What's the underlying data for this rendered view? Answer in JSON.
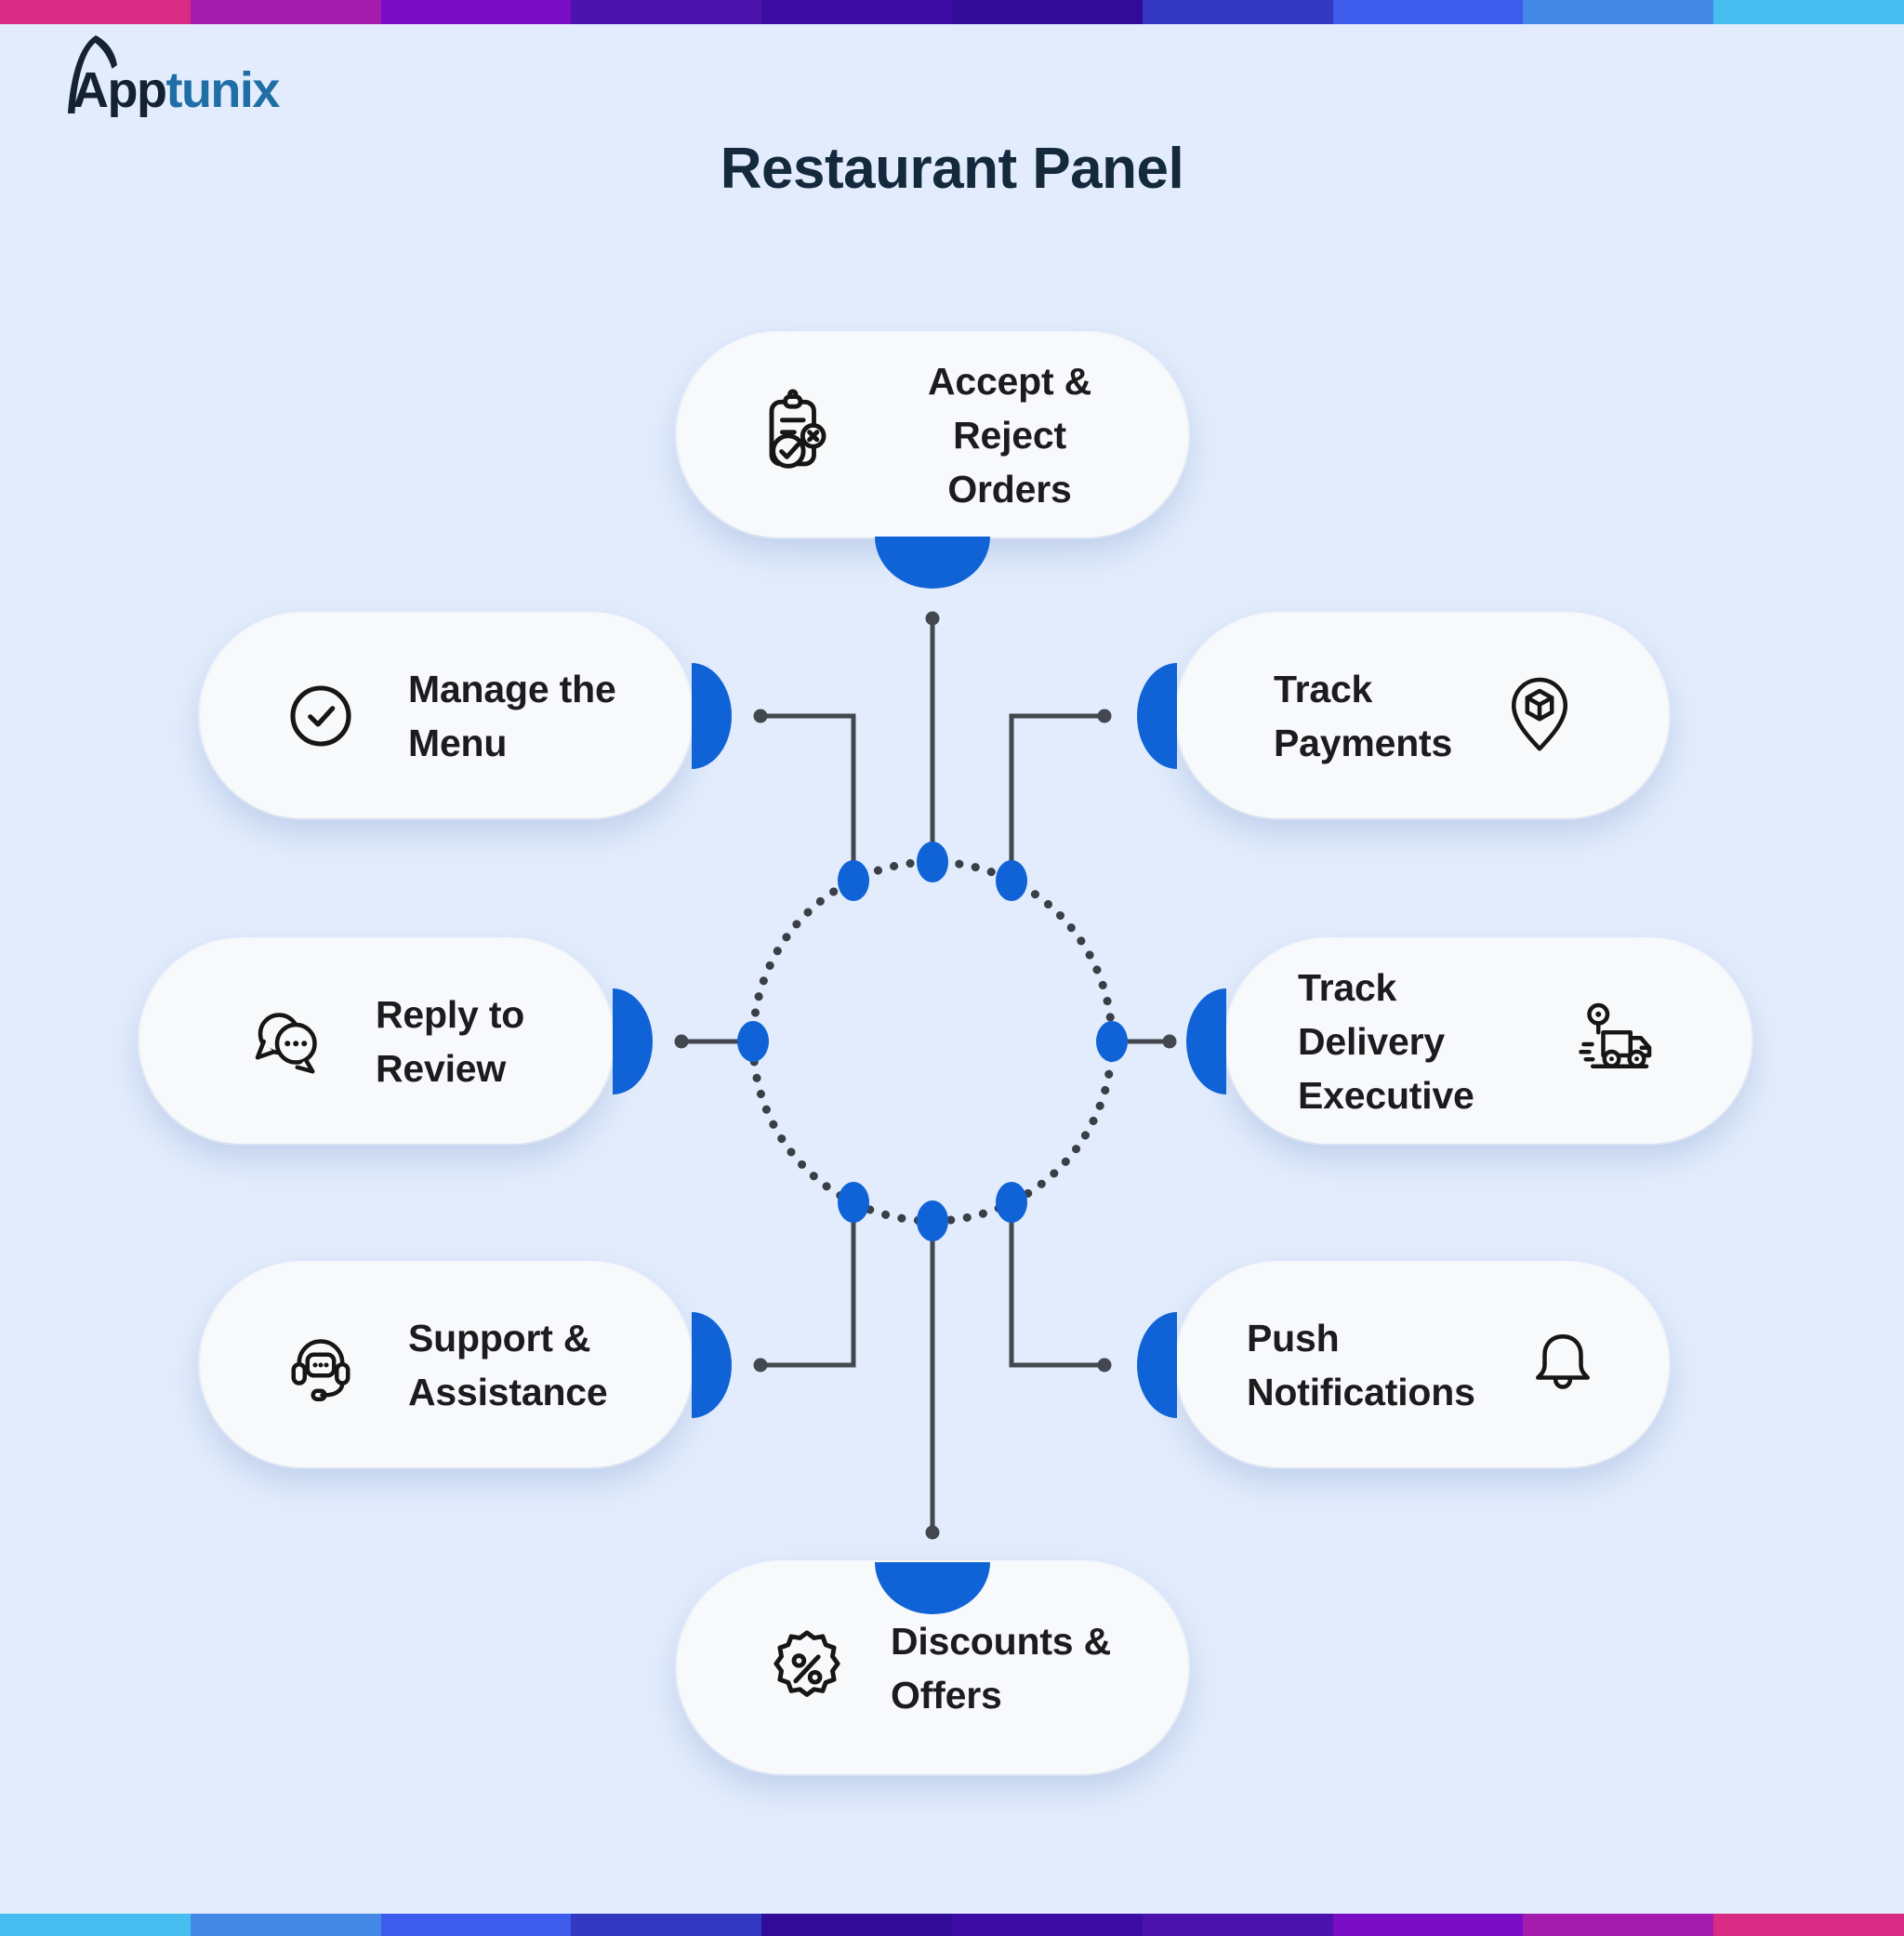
{
  "title": "Restaurant Panel",
  "brand": {
    "part1": "App",
    "part2": "tunix"
  },
  "colors": {
    "background": "#E2ECFC",
    "pill": "#F8F9FB",
    "accent_blue": "#0F63D7",
    "text": "#1C1C1E",
    "title_text": "#14293C",
    "connector": "#43474E",
    "hub_dot": "#3A3F46",
    "icon_stroke": "#161616",
    "logo_dark": "#14232F",
    "logo_blue": "#1F6EA6"
  },
  "stripes": {
    "top": [
      "#D92A84",
      "#A41CAE",
      "#7A0EC4",
      "#4B13AB",
      "#3D0DA3",
      "#320B99",
      "#3338C1",
      "#3E5CEC",
      "#4489E5",
      "#46BEF0"
    ],
    "bottom": [
      "#46BEF0",
      "#4489E5",
      "#3E5CEC",
      "#3338C1",
      "#320B99",
      "#3D0DA3",
      "#4B13AB",
      "#7A0EC4",
      "#A41CAE",
      "#D92A84"
    ]
  },
  "features": {
    "accept": {
      "line1": "Accept &",
      "line2": "Reject Orders",
      "icon": "clipboard-approve-reject-icon"
    },
    "manage": {
      "line1": "Manage the",
      "line2": "Menu",
      "icon": "check-circle-icon"
    },
    "payments": {
      "line1": "Track",
      "line2": "Payments",
      "icon": "package-pin-icon"
    },
    "reply": {
      "line1": "Reply to",
      "line2": "Review",
      "icon": "chat-bubbles-icon"
    },
    "delivery": {
      "line1": "Track Delivery",
      "line2": "Executive",
      "icon": "delivery-truck-pin-icon"
    },
    "support": {
      "line1": "Support &",
      "line2": "Assistance",
      "icon": "headset-chat-icon"
    },
    "push": {
      "line1": "Push",
      "line2": "Notifications",
      "icon": "bell-icon"
    },
    "discounts": {
      "line1": "Discounts &",
      "line2": "Offers",
      "icon": "discount-badge-icon"
    }
  }
}
